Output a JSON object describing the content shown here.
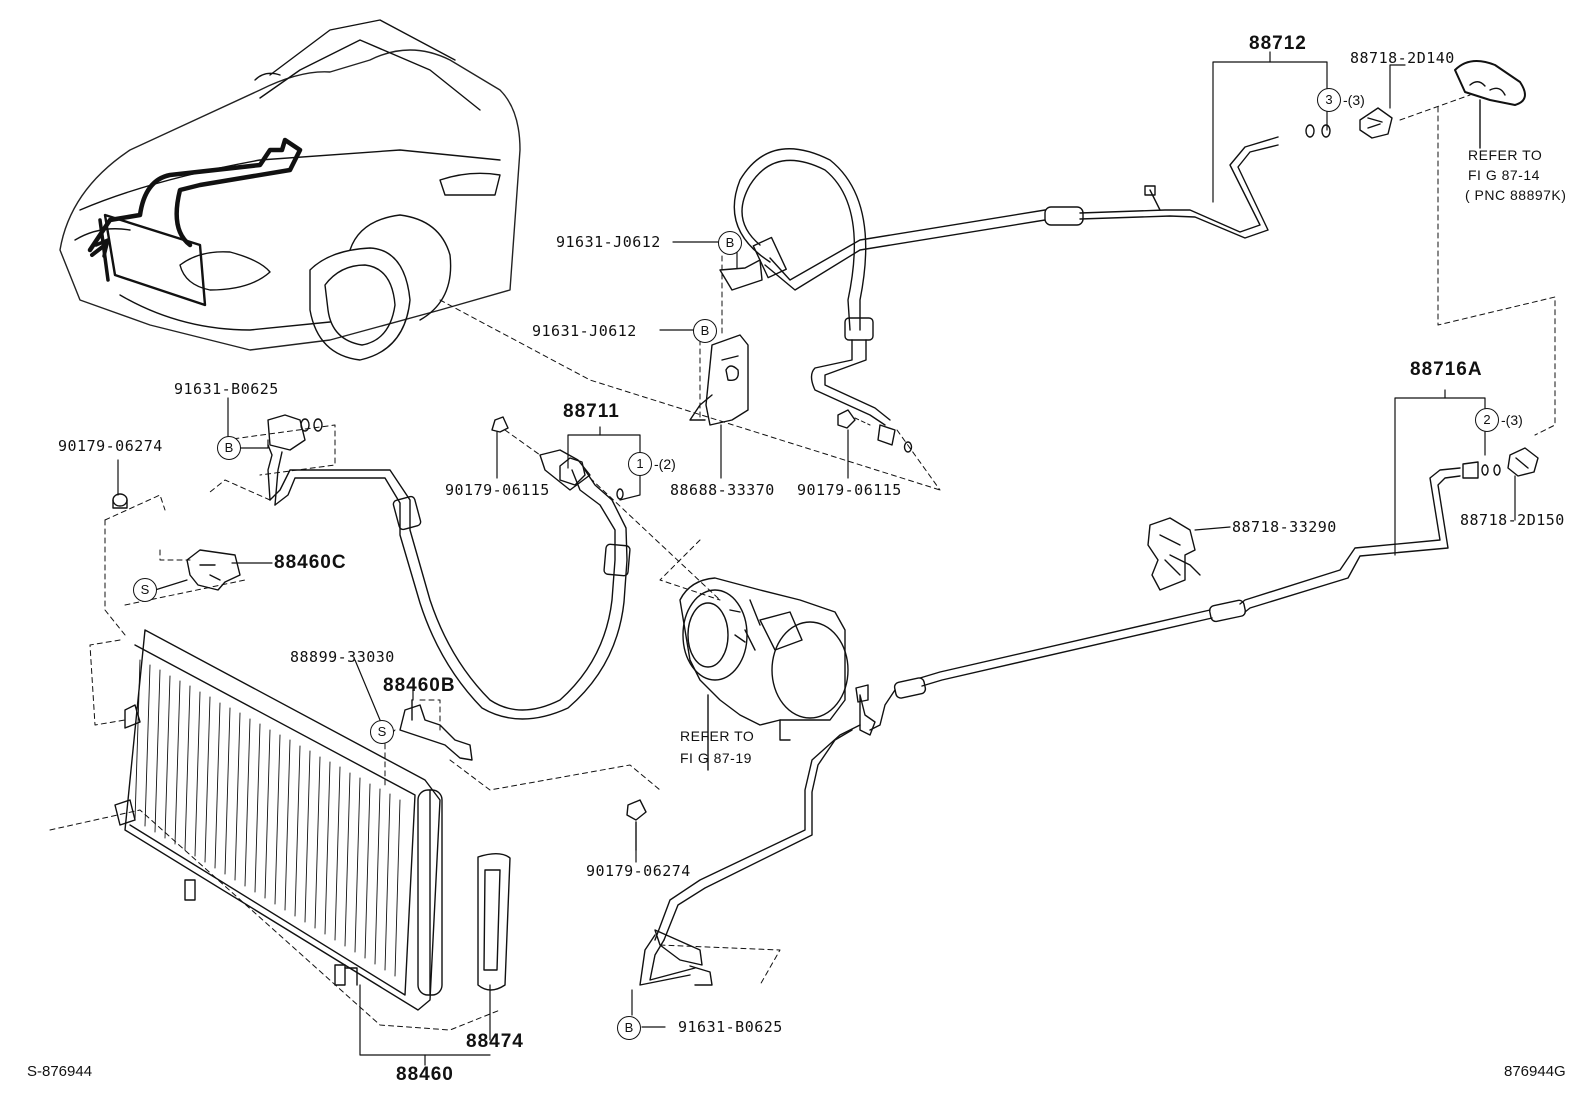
{
  "labels": {
    "p88712": "88712",
    "p88718_2D140": "88718-2D140",
    "p91631_J0612_a": "91631-J0612",
    "p91631_J0612_b": "91631-J0612",
    "p91631_B0625_top": "91631-B0625",
    "p90179_06274_left": "90179-06274",
    "p88711": "88711",
    "p90179_06115_left": "90179-06115",
    "p88688_33370": "88688-33370",
    "p90179_06115_right": "90179-06115",
    "p88716A": "88716A",
    "p88718_2D150": "88718-2D150",
    "p88718_33290": "88718-33290",
    "p88460C": "88460C",
    "p88899_33030": "88899-33030",
    "p88460B": "88460B",
    "p90179_06274_mid": "90179-06274",
    "p91631_B0625_bottom": "91631-B0625",
    "p88474": "88474",
    "p88460": "88460"
  },
  "markers": {
    "b": "B",
    "s": "S",
    "n1": "1",
    "n2": "2",
    "n3": "3",
    "q1": "-(2)",
    "q2": "-(3)",
    "q3": "-(3)"
  },
  "notes": {
    "refer_87_14_line1": "REFER TO",
    "refer_87_14_line2": "FI G 87-14",
    "refer_87_14_line3": "( PNC 88897K)",
    "refer_87_19_line1": "REFER TO",
    "refer_87_19_line2": "FI G 87-19"
  },
  "footer": {
    "left_code": "S-876944",
    "right_code": "876944G"
  }
}
